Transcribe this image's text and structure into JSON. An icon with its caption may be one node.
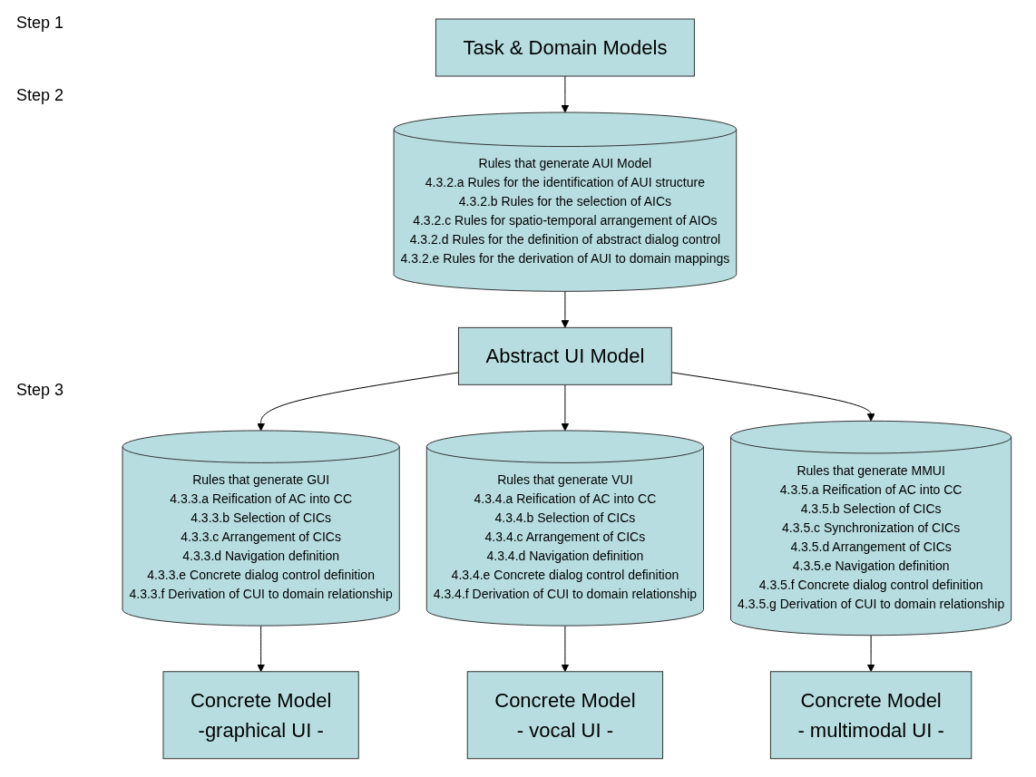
{
  "diagram": {
    "nodes": [
      {
        "text": [
          "Task & Domain Models"
        ]
      },
      {
        "text": [
          "Rules that generate AUI Model",
          "4.3.2.a Rules for the identification of AUI structure",
          "4.3.2.b Rules for the selection of  AICs",
          "4.3.2.c Rules for spatio-temporal arrangement of AIOs",
          "4.3.2.d Rules for the  definition of abstract dialog control",
          "4.3.2.e Rules for the derivation of AUI to domain mappings"
        ]
      },
      {
        "text": [
          "Abstract UI Model"
        ]
      },
      {
        "text": [
          "Rules that generate GUI",
          "4.3.3.a Reification of AC into CC",
          "4.3.3.b Selection of CICs",
          "4.3.3.c Arrangement of CICs",
          "4.3.3.d Navigation definition",
          "4.3.3.e Concrete dialog control definition",
          "4.3.3.f  Derivation of CUI to domain relationship"
        ]
      },
      {
        "text": [
          "Rules that generate VUI",
          "4.3.4.a Reification of AC into CC",
          "4.3.4.b Selection of CICs",
          "4.3.4.c Arrangement of CICs",
          "4.3.4.d Navigation definition",
          "4.3.4.e Concrete dialog control definition",
          "4.3.4.f  Derivation of CUI to domain relationship"
        ]
      },
      {
        "text": [
          "Rules that generate MMUI",
          "4.3.5.a Reification of AC into CC",
          "4.3.5.b Selection of CICs",
          "4.3.5.c Synchronization of CICs",
          "4.3.5.d Arrangement of CICs",
          "4.3.5.e Navigation definition",
          "4.3.5.f Concrete dialog control definition",
          "4.3.5.g  Derivation of CUI to domain relationship"
        ]
      },
      {
        "text": [
          "Concrete Model",
          "-graphical UI -"
        ]
      },
      {
        "text": [
          "Concrete Model",
          "- vocal UI -"
        ]
      },
      {
        "text": [
          "Concrete Model",
          "- multimodal UI -"
        ]
      }
    ],
    "edges": [
      {
        "from": 0,
        "to": 1,
        "arrow": "to"
      },
      {
        "from": 1,
        "to": 2,
        "arrow": "to"
      },
      {
        "from": 2,
        "to": 3,
        "arrow": "to"
      },
      {
        "from": 2,
        "to": 4,
        "arrow": "to"
      },
      {
        "from": 2,
        "to": 5,
        "arrow": "to"
      },
      {
        "from": 3,
        "to": 6,
        "arrow": "to"
      },
      {
        "from": 4,
        "to": 7,
        "arrow": "to"
      },
      {
        "from": 5,
        "to": 8,
        "arrow": "to"
      }
    ],
    "labels": [
      "Step 1",
      "Step 2",
      "Step 3"
    ]
  }
}
